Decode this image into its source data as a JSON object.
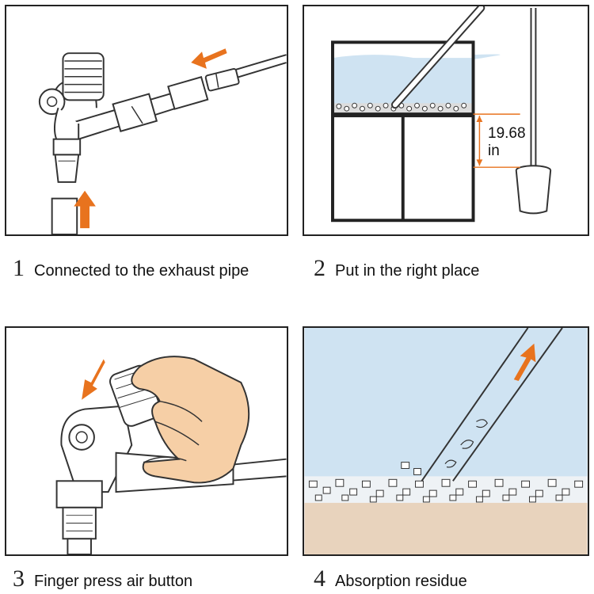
{
  "steps": [
    {
      "number": "1",
      "caption": "Connected to the exhaust pipe"
    },
    {
      "number": "2",
      "caption": "Put in the right place"
    },
    {
      "number": "3",
      "caption": "Finger press air button"
    },
    {
      "number": "4",
      "caption": "Absorption residue"
    }
  ],
  "panel2": {
    "measure_value": "19.68",
    "measure_unit": "in"
  },
  "colors": {
    "arrow": "#e8731e",
    "water": "#cfe3f2",
    "skin": "#f6cfa6",
    "sediment": "#e8d3bd",
    "outline": "#222222"
  }
}
